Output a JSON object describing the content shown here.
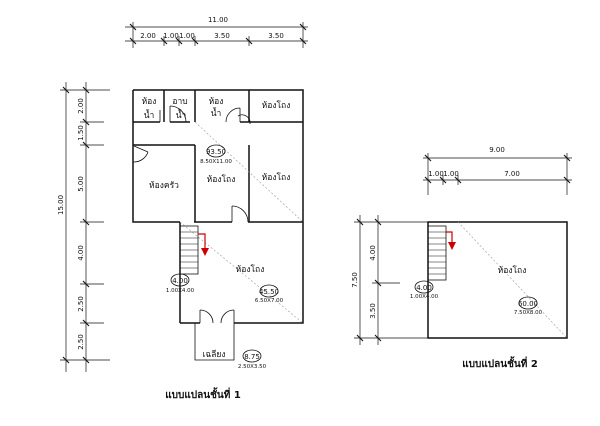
{
  "colors": {
    "line": "#111111",
    "arrow": "#cc0000"
  },
  "floor1": {
    "title": "แบบแปลนชั้นที่ 1",
    "dims_top": {
      "total": "11.00",
      "segments": [
        "2.00",
        "1.00",
        "1.00",
        "3.50",
        "3.50"
      ]
    },
    "dims_left": {
      "total": "15.00",
      "segments": [
        "2.00",
        "1.50",
        "5.00",
        "4.00",
        "2.50",
        "2.50"
      ]
    },
    "rooms": {
      "bath_left_1": "ห้อง",
      "bath_left_2": "น้ำ",
      "shower_1": "อาบ",
      "shower_2": "น้ำ",
      "bath_right_1": "ห้อง",
      "bath_right_2": "น้ำ",
      "hall_top_right": "ห้องโถง",
      "kitchen": "ห้องครัว",
      "hall_mid": "ห้องโถง",
      "hall_right": "ห้องโถง",
      "hall_main": "ห้องโถง",
      "porch": "เฉลียง"
    },
    "areas": {
      "upper": {
        "value": "93.50",
        "size": "8.50X11.00"
      },
      "stair": {
        "value": "4.00",
        "size": "1.00X4.00"
      },
      "main": {
        "value": "45.50",
        "size": "6.50X7.00"
      },
      "porch": {
        "value": "8.75",
        "size": "2.50X3.50"
      }
    }
  },
  "floor2": {
    "title": "แบบแปลนชั้นที่ 2",
    "dims_top": {
      "total": "9.00",
      "segments": [
        "1.00",
        "1.00",
        "7.00"
      ]
    },
    "dims_left": {
      "total": "7.50",
      "segments": [
        "4.00",
        "3.50"
      ]
    },
    "rooms": {
      "hall": "ห้องโถง"
    },
    "areas": {
      "stair": {
        "value": "4.00",
        "size": "1.00X4.00"
      },
      "main": {
        "value": "60.00",
        "size": "7.50X8.00"
      }
    }
  }
}
